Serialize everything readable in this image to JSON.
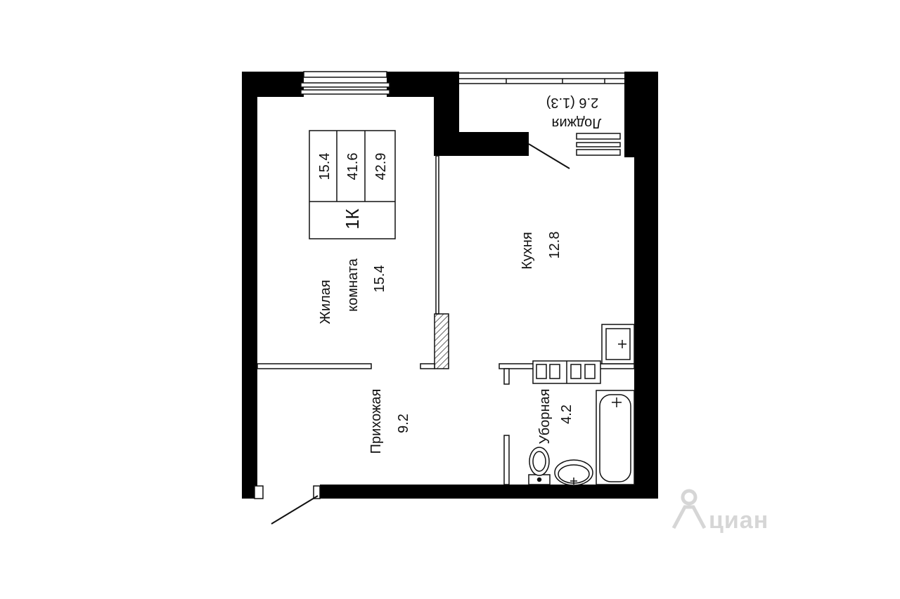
{
  "summary": {
    "type_label": "1К",
    "living_area": "15.4",
    "total_area_a": "41.6",
    "total_area_b": "42.9"
  },
  "rooms": {
    "living": {
      "name_line1": "Жилая",
      "name_line2": "комната",
      "area": "15.4"
    },
    "kitchen": {
      "name": "Кухня",
      "area": "12.8"
    },
    "hall": {
      "name": "Прихожая",
      "area": "9.2"
    },
    "bathroom": {
      "name": "Уборная",
      "area": "4.2"
    },
    "loggia": {
      "name": "Лоджия",
      "area": "2.6 (1.3)"
    }
  },
  "watermark": {
    "text": "циан",
    "icon": "cian-logo-icon"
  },
  "colors": {
    "walls": "#000000",
    "background": "#ffffff",
    "lines": "#111111",
    "watermark": "#d6d6d6"
  }
}
